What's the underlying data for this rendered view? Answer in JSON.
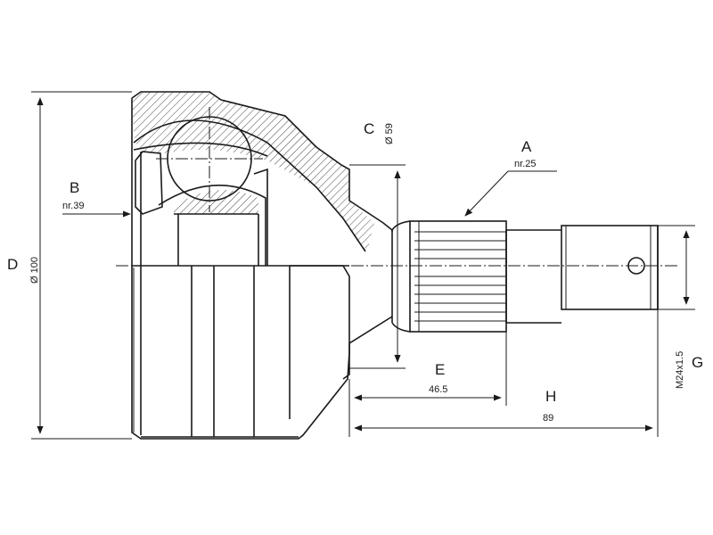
{
  "labels": {
    "A": "A",
    "A_val": "nr.25",
    "B": "B",
    "B_val": "nr.39",
    "C": "C",
    "C_val": "Ø 59",
    "D": "D",
    "D_val": "Ø 100",
    "E": "E",
    "E_val": "46.5",
    "H": "H",
    "H_val": "89",
    "G": "G",
    "G_val": "M24x1.5"
  }
}
